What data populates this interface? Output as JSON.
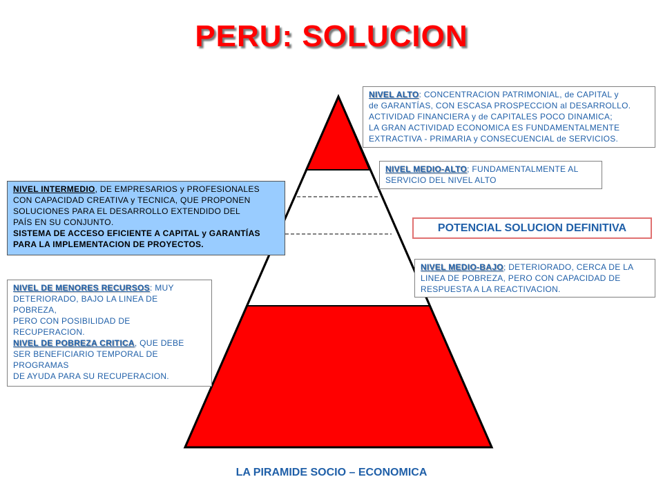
{
  "title": "PERU: SOLUCION",
  "caption": "LA PIRAMIDE SOCIO – ECONOMICA",
  "potencial": "POTENCIAL SOLUCION DEFINITIVA",
  "nivel_alto": {
    "label": "NIVEL ALTO",
    "text_lines": [
      "CONCENTRACION  PATRIMONIAL,  de CAPITAL y",
      "de GARANTÍAS,  CON ESCASA PROSPECCION  al DESARROLLO.",
      "ACTIVIDAD FINANCIERA  y de CAPITALES POCO DINAMICA;",
      "LA GRAN ACTIVIDAD ECONOMICA ES FUNDAMENTALMENTE",
      "EXTRACTIVA  - PRIMARIA y CONSECUENCIAL  de SERVICIOS."
    ]
  },
  "nivel_medio_alto": {
    "label": "NIVEL MEDIO-ALTO",
    "text_lines": [
      "FUNDAMENTALMENTE  AL",
      "SERVICIO DEL NIVEL ALTO"
    ]
  },
  "nivel_medio_bajo": {
    "label": "NIVEL MEDIO-BAJO",
    "text_lines": [
      "DETERIORADO,  CERCA DE LA",
      "LINEA DE POBREZA, PERO CON CAPACIDAD DE",
      "RESPUESTA A LA REACTIVACION."
    ]
  },
  "nivel_intermedio": {
    "label": "NIVEL INTERMEDIO",
    "text_lines": [
      "DE EMPRESARIOS y PROFESIONALES",
      "CON CAPACIDAD CREATIVA y TECNICA,  QUE PROPONEN",
      "SOLUCIONES  PARA EL DESARROLLO EXTENDIDO DEL",
      "PAÍS EN SU CONJUNTO."
    ],
    "strong_lines": [
      "SISTEMA DE ACCESO EFICIENTE A CAPITAL y GARANTÍAS",
      "PARA LA IMPLEMENTACION DE PROYECTOS."
    ]
  },
  "nivel_menores": {
    "label": "NIVEL DE MENORES RECURSOS",
    "text_lines": [
      "MUY",
      "DETERIORADO,  BAJO LA LINEA DE",
      "POBREZA,",
      "PERO CON POSIBILIDAD DE",
      "RECUPERACION."
    ],
    "label2": "NIVEL DE POBREZA CRITICA",
    "text_lines2": [
      "QUE DEBE",
      "SER BENEFICIARIO  TEMPORAL DE",
      "PROGRAMAS",
      "DE AYUDA PARA SU RECUPERACION."
    ]
  },
  "colors": {
    "red": "#ff0000",
    "blue_text": "#1f5fa8",
    "intermediate_fill": "#99ccff"
  }
}
